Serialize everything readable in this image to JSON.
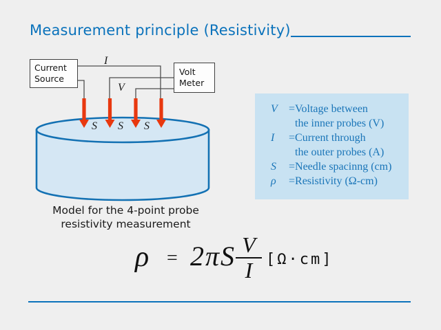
{
  "colors": {
    "background": "#efefef",
    "accent": "#0a72bb",
    "legend_bg": "#c8e2f2",
    "legend_text": "#1a75b8",
    "cylinder_fill": "#d5e7f4",
    "cylinder_stroke": "#1371b3",
    "arrow": "#e8380f",
    "wire": "#4d4d4d",
    "text": "#1a1a1a"
  },
  "title": {
    "text": "Measurement principle (Resistivity)"
  },
  "diagram": {
    "current_source": {
      "line1": "Current",
      "line2": "Source"
    },
    "volt_meter": {
      "line1": "Volt",
      "line2": "Meter"
    },
    "current_label": "I",
    "voltage_label": "V",
    "spacing_labels": [
      "S",
      "S",
      "S"
    ]
  },
  "caption": {
    "line1": "Model for the 4-point probe",
    "line2": "resistivity measurement"
  },
  "legend": {
    "rows": [
      {
        "symbol": "V",
        "text": "=Voltage between"
      },
      {
        "symbol": "",
        "text": "the inner probes (V)"
      },
      {
        "symbol": "I",
        "text": "=Current through"
      },
      {
        "symbol": "",
        "text": "the outer probes  (A)"
      },
      {
        "symbol": "S",
        "text": "=Needle spacinng  (cm)"
      },
      {
        "symbol": "ρ",
        "text": "=Resistivity  (Ω-cm)"
      }
    ]
  },
  "formula": {
    "lhs": "ρ",
    "equals": "=",
    "coefficient": "2πS",
    "numerator": "V",
    "denominator": "I",
    "unit": "[Ω·cm]"
  }
}
